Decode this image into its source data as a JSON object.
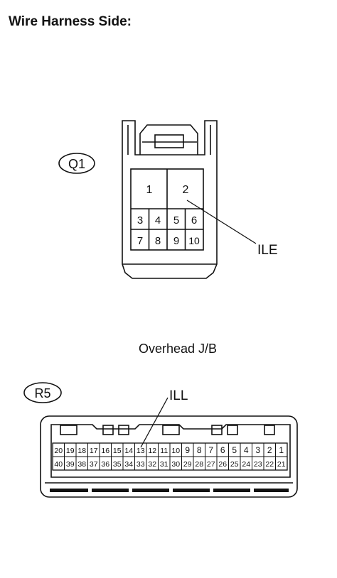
{
  "heading": "Wire Harness Side:",
  "q1": {
    "code": "Q1",
    "pins_top": [
      "1",
      "2"
    ],
    "pins_row1": [
      "3",
      "4",
      "5",
      "6"
    ],
    "pins_row2": [
      "7",
      "8",
      "9",
      "10"
    ],
    "callout": "ILE"
  },
  "r5": {
    "caption": "Overhead J/B",
    "code": "R5",
    "pins_row1": [
      "20",
      "19",
      "18",
      "17",
      "16",
      "15",
      "14",
      "13",
      "12",
      "11",
      "10",
      "9",
      "8",
      "7",
      "6",
      "5",
      "4",
      "3",
      "2",
      "1"
    ],
    "pins_row2": [
      "40",
      "39",
      "38",
      "37",
      "36",
      "35",
      "34",
      "33",
      "32",
      "31",
      "30",
      "29",
      "28",
      "27",
      "26",
      "25",
      "24",
      "23",
      "22",
      "21"
    ],
    "callout": "ILL"
  }
}
